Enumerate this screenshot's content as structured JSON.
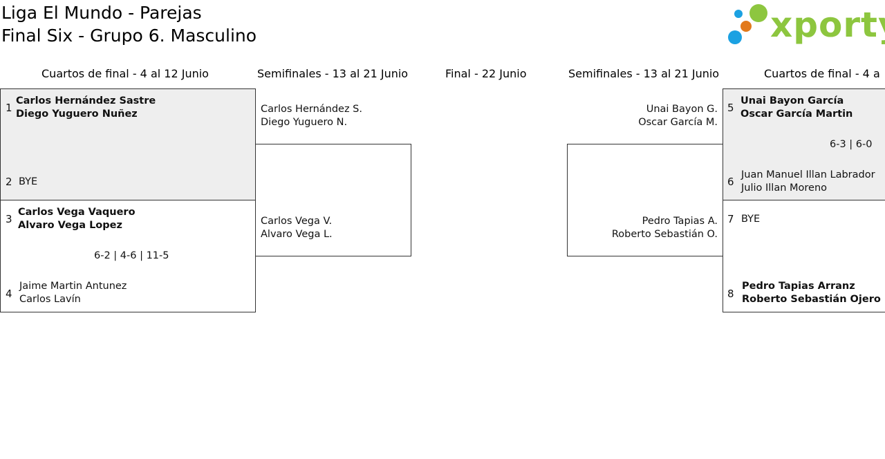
{
  "header": {
    "title_line1": "Liga El Mundo - Parejas",
    "title_line2": "Final Six - Grupo 6. Masculino",
    "logo_text": "xporty",
    "logo_dot_colors": [
      "#1ba1e2",
      "#e2791b",
      "#8dc63f"
    ]
  },
  "columns": {
    "qf_left": "Cuartos de final - 4 al 12 Junio",
    "sf_left": "Semifinales - 13 al 21 Junio",
    "final": "Final - 22 Junio",
    "sf_right": "Semifinales - 13 al 21 Junio",
    "qf_right": "Cuartos de final - 4 a"
  },
  "qf_left": {
    "match1": {
      "top_seed": "1",
      "top_p1": "Carlos Hernández Sastre",
      "top_p2": "Diego Yuguero Nuñez",
      "bottom_seed": "2",
      "bottom_p1": "BYE"
    },
    "match2": {
      "top_seed": "3",
      "top_p1": "Carlos Vega Vaquero",
      "top_p2": "Alvaro Vega Lopez",
      "score": "6-2 | 4-6 | 11-5",
      "bottom_seed": "4",
      "bottom_p1": "Jaime Martin Antunez",
      "bottom_p2": "Carlos Lavín"
    }
  },
  "sf_left": {
    "top_p1": "Carlos Hernández S.",
    "top_p2": "Diego Yuguero N.",
    "bottom_p1": "Carlos Vega V.",
    "bottom_p2": "Alvaro Vega L."
  },
  "sf_right": {
    "top_p1": "Unai Bayon G.",
    "top_p2": "Oscar García M.",
    "bottom_p1": "Pedro Tapias A.",
    "bottom_p2": "Roberto Sebastián O."
  },
  "qf_right": {
    "match1": {
      "top_seed": "5",
      "top_p1": "Unai Bayon García",
      "top_p2": "Oscar García Martin",
      "score": "6-3 | 6-0",
      "bottom_seed": "6",
      "bottom_p1": "Juan Manuel Illan Labrador",
      "bottom_p2": "Julio Illan Moreno"
    },
    "match2": {
      "top_seed": "7",
      "top_p1": "BYE",
      "bottom_seed": "8",
      "bottom_p1": "Pedro Tapias Arranz",
      "bottom_p2": "Roberto Sebastián Ojero"
    }
  }
}
